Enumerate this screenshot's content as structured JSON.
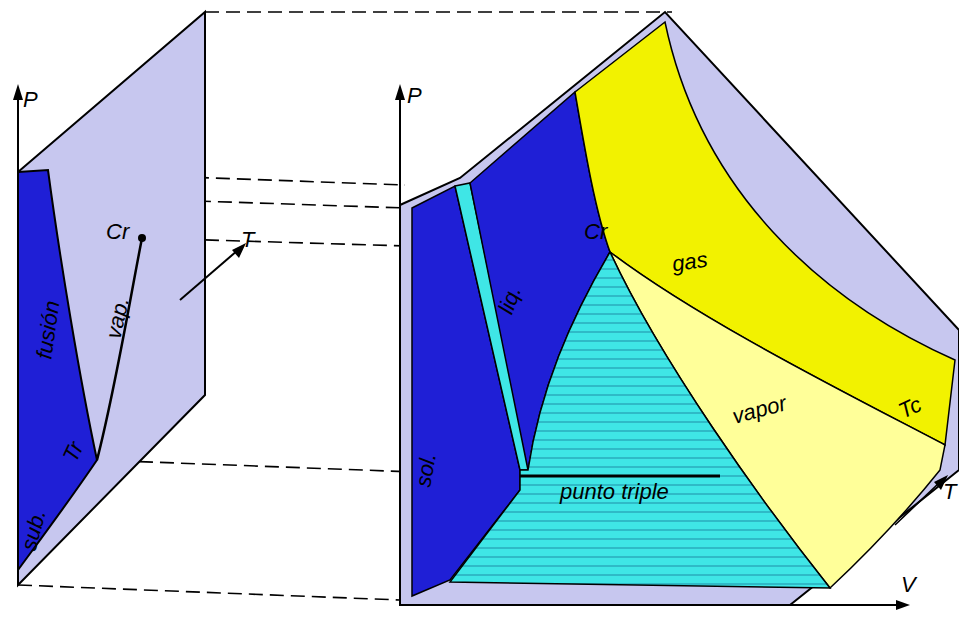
{
  "diagram": {
    "labels": [
      "P",
      "fusión",
      "vap.",
      "Cr",
      "T",
      "sub.",
      "Tr",
      "P",
      "liq.",
      "Cr",
      "gas",
      "Tc",
      "vapor",
      "sol.",
      "punto triple",
      "V",
      "T"
    ]
  }
}
